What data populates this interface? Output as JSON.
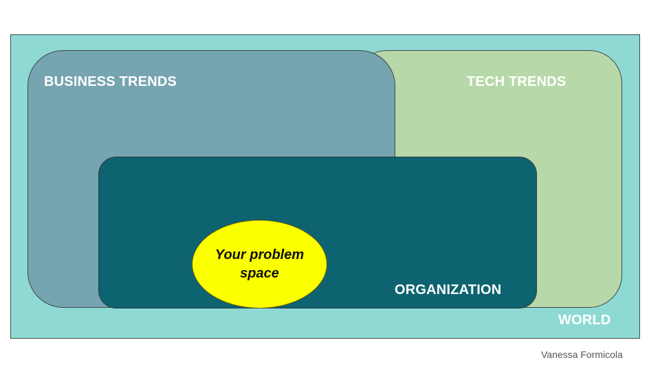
{
  "diagram": {
    "world": {
      "label": "WORLD",
      "color": "#8ed9d4"
    },
    "business_trends": {
      "label": "BUSINESS TRENDS",
      "color": "#76a4b0"
    },
    "tech_trends": {
      "label": "TECH TRENDS",
      "color": "#b7d8a8"
    },
    "organization": {
      "label": "ORGANIZATION",
      "color": "#0e6370"
    },
    "problem_space": {
      "label": "Your problem space",
      "color": "#fcff00"
    }
  },
  "credit": "Vanessa Formicola"
}
